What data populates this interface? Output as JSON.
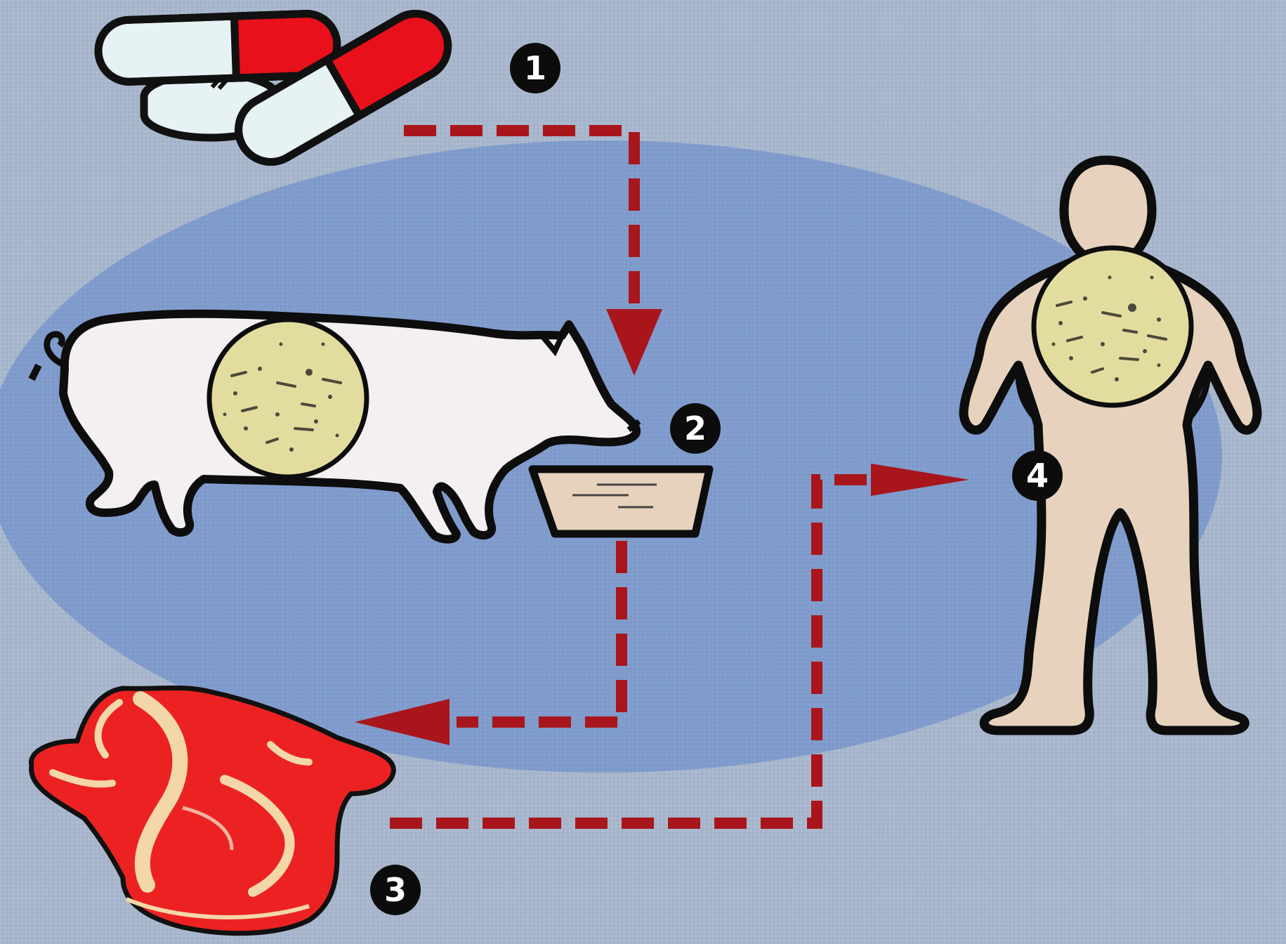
{
  "diagram": {
    "steps": [
      {
        "number": "1",
        "icon": "antibiotic-pills-icon"
      },
      {
        "number": "2",
        "icon": "feed-trough-icon"
      },
      {
        "number": "3",
        "icon": "raw-meat-icon"
      },
      {
        "number": "4",
        "icon": "human-figure-icon"
      }
    ],
    "other_icons": [
      "pig-icon",
      "bacteria-colony-icon"
    ],
    "colors": {
      "background": "#a7b6cc",
      "ellipse": "#7f9bcb",
      "arrow": "#a8161c",
      "pill_red": "#e8101a",
      "pill_white": "#e6f2f4",
      "bacteria": "#e3dc9f",
      "pig": "#f4f0f2",
      "human": "#e7d3bd",
      "meat": "#ec2222",
      "meat_fat": "#f4d7a8",
      "badge": "#0c0c0c"
    }
  }
}
